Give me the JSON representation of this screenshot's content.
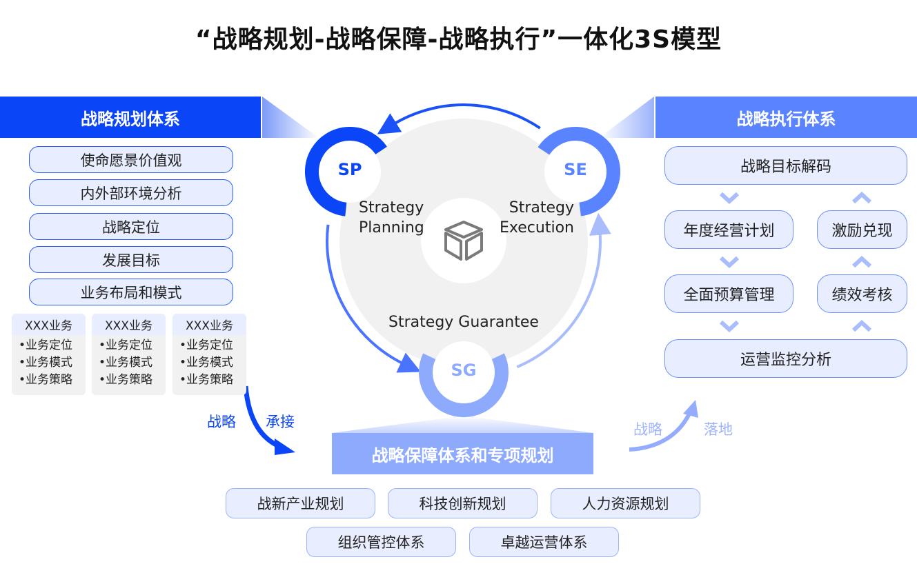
{
  "title": "“战略规划-战略保障-战略执行”一体化3S模型",
  "planning": {
    "header": "战略规划体系",
    "items": [
      "使命愿景价值观",
      "内外部环境分析",
      "战略定位",
      "发展目标",
      "业务布局和模式"
    ],
    "businesses": [
      {
        "name": "XXX业务",
        "points": [
          "•业务定位",
          "•业务模式",
          "•业务策略"
        ]
      },
      {
        "name": "XXX业务",
        "points": [
          "•业务定位",
          "•业务模式",
          "•业务策略"
        ]
      },
      {
        "name": "XXX业务",
        "points": [
          "•业务定位",
          "•业务模式",
          "•业务策略"
        ]
      }
    ]
  },
  "cycle": {
    "sp": "SP",
    "se": "SE",
    "sg": "SG",
    "sp_label": [
      "Strategy",
      "Planning"
    ],
    "se_label": [
      "Strategy",
      "Execution"
    ],
    "sg_label": "Strategy Guarantee",
    "center_icon": "cube-icon"
  },
  "execution": {
    "header": "战略执行体系",
    "decode": "战略目标解码",
    "annual_plan": "年度经营计划",
    "incentive": "激励兑现",
    "budget": "全面预算管理",
    "performance": "绩效考核",
    "monitoring": "运营监控分析"
  },
  "flow": {
    "inherit": [
      "战略",
      "承接"
    ],
    "landing": [
      "战略",
      "落地"
    ]
  },
  "guarantee": {
    "header": "战略保障体系和专项规划",
    "items": [
      "战新产业规划",
      "科技创新规划",
      "人力资源规划",
      "组织管控体系",
      "卓越运营体系"
    ]
  },
  "colors": {
    "primary": "#0b45f8",
    "secondary": "#5a84ff",
    "tertiary": "#8eaafd",
    "pill_bg": "#e8eeff"
  }
}
